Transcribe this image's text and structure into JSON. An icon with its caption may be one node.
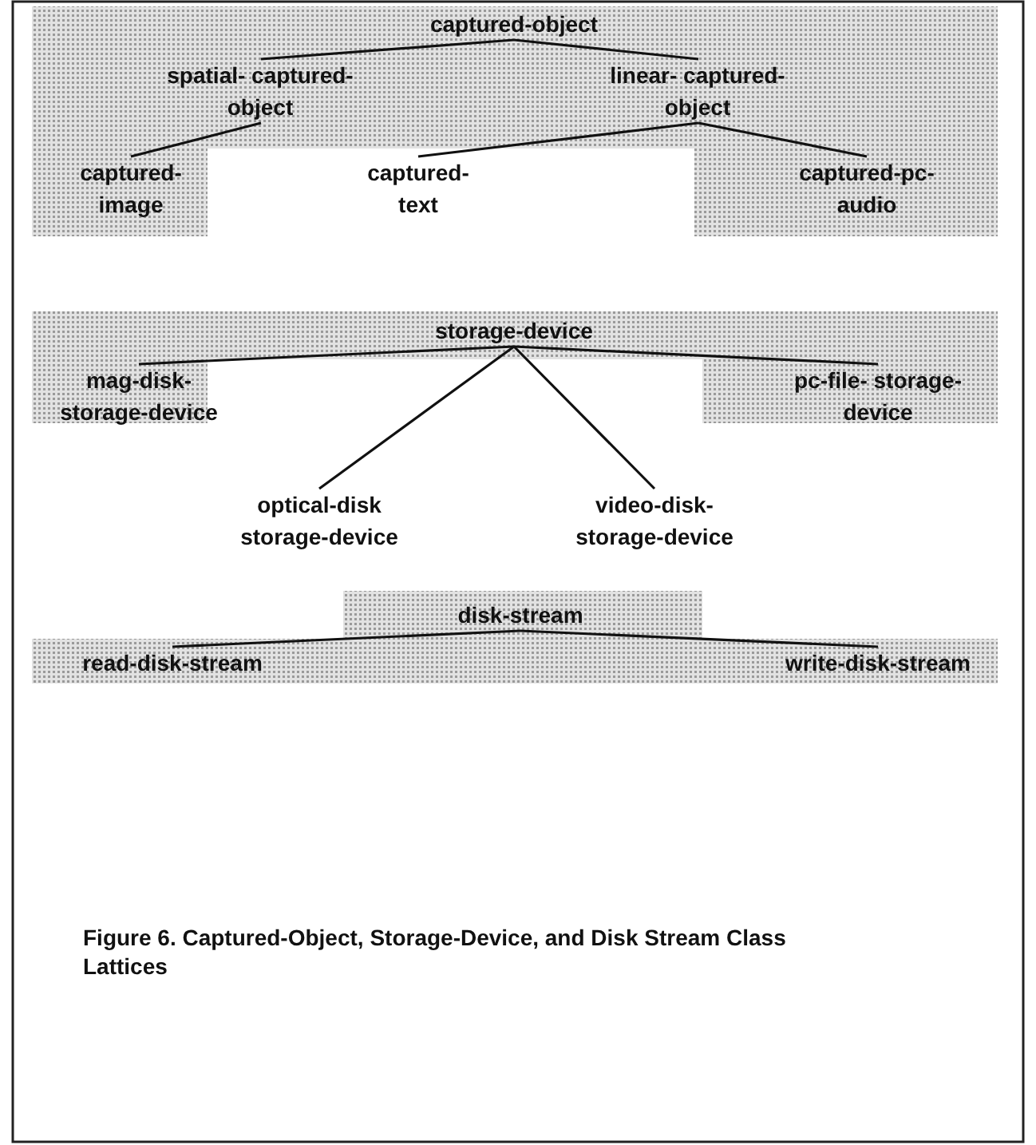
{
  "diagram": {
    "caption": "Figure 6. Captured-Object, Storage-Device, and Disk Stream Class Lattices",
    "nodes": [
      {
        "text": [
          "captured-object"
        ]
      },
      {
        "text": [
          "spatial- captured-object"
        ]
      },
      {
        "text": [
          "linear- captured-object"
        ]
      },
      {
        "text": [
          "captured- image"
        ]
      },
      {
        "text": [
          "captured- text"
        ]
      },
      {
        "text": [
          "captured-pc- audio"
        ]
      },
      {
        "text": [
          "storage-device"
        ]
      },
      {
        "text": [
          "mag-disk- storage-device"
        ]
      },
      {
        "text": [
          "pc-file- storage-device"
        ]
      },
      {
        "text": [
          "optical-disk storage-device"
        ]
      },
      {
        "text": [
          "video-disk- storage-device"
        ]
      },
      {
        "text": [
          "disk-stream"
        ]
      },
      {
        "text": [
          "read-disk-stream"
        ]
      },
      {
        "text": [
          "write-disk-stream"
        ]
      }
    ],
    "edges": [
      {
        "from": 0,
        "to": 1,
        "arrow": "none"
      },
      {
        "from": 0,
        "to": 2,
        "arrow": "none"
      },
      {
        "from": 1,
        "to": 3,
        "arrow": "none"
      },
      {
        "from": 2,
        "to": 4,
        "arrow": "none"
      },
      {
        "from": 2,
        "to": 5,
        "arrow": "none"
      },
      {
        "from": 6,
        "to": 7,
        "arrow": "none"
      },
      {
        "from": 6,
        "to": 8,
        "arrow": "none"
      },
      {
        "from": 6,
        "to": 9,
        "arrow": "none"
      },
      {
        "from": 6,
        "to": 10,
        "arrow": "none"
      },
      {
        "from": 11,
        "to": 12,
        "arrow": "none"
      },
      {
        "from": 11,
        "to": 13,
        "arrow": "none"
      }
    ]
  }
}
